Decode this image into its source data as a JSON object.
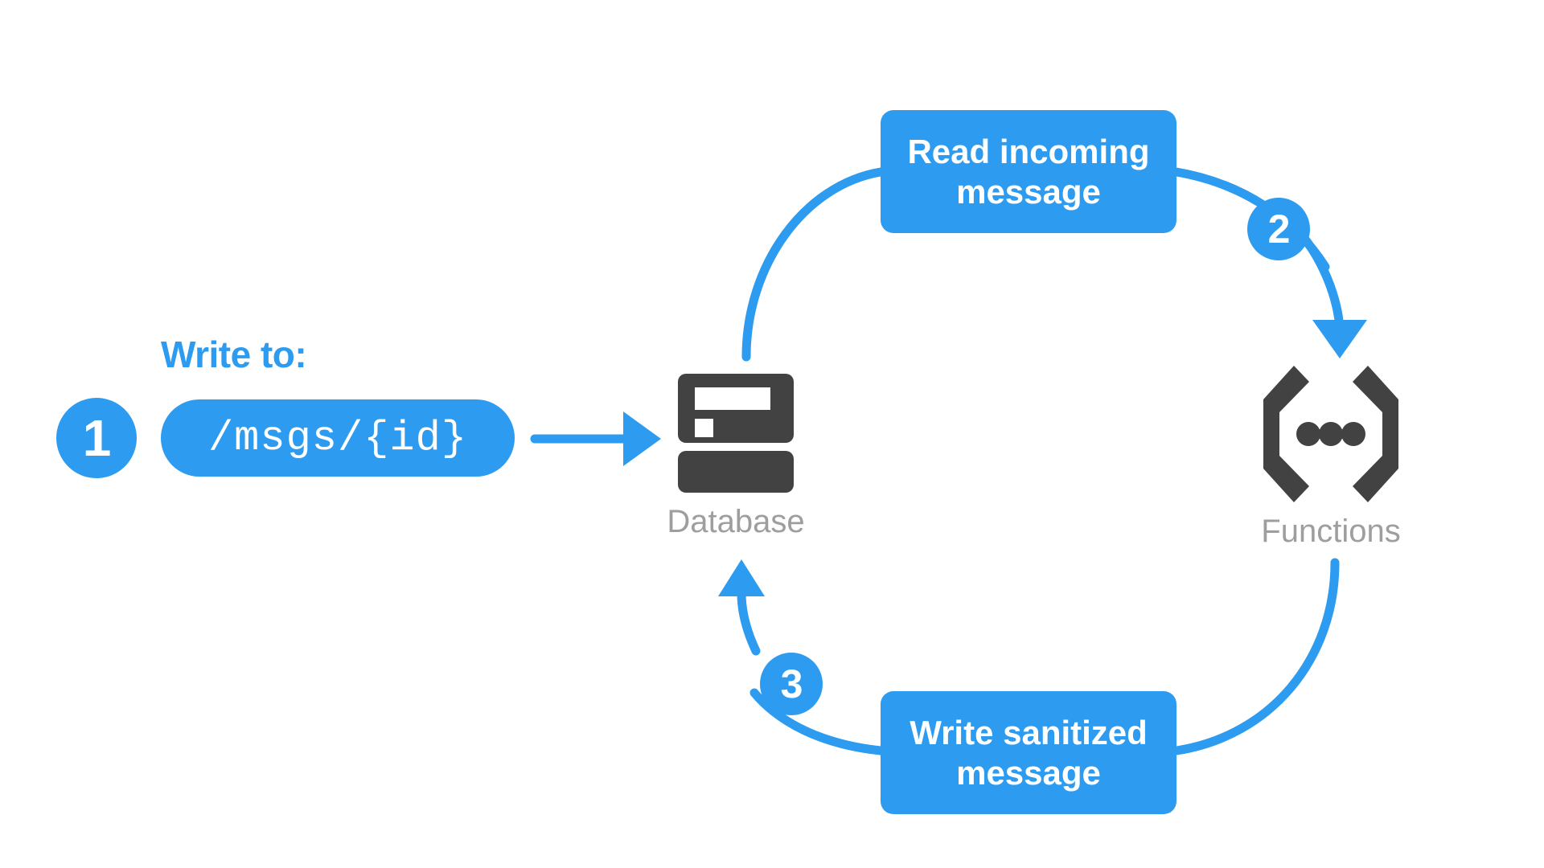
{
  "diagram": {
    "title": "Database write triggers Cloud Function sanitization flow",
    "background_color": "#ffffff",
    "accent_color": "#2D9CF0",
    "icon_color": "#424242",
    "caption_color": "#9E9E9E"
  },
  "write_to": {
    "label": "Write to:",
    "path_value": "/msgs/{id}"
  },
  "steps": [
    {
      "number": "1",
      "name": "write-to-database"
    },
    {
      "number": "2",
      "name": "function-triggered"
    },
    {
      "number": "3",
      "name": "write-back-to-database"
    }
  ],
  "boxes": [
    {
      "id": "read",
      "line1": "Read incoming",
      "line2": "message",
      "text": "Read incoming message"
    },
    {
      "id": "write",
      "line1": "Write sanitized",
      "line2": "message",
      "text": "Write sanitized message"
    }
  ],
  "nodes": [
    {
      "id": "database",
      "caption": "Database",
      "icon": "database-icon"
    },
    {
      "id": "functions",
      "caption": "Functions",
      "icon": "functions-braces-icon"
    }
  ],
  "arrows": [
    {
      "name": "pill-to-database",
      "from": "/msgs/{id}",
      "to": "Database",
      "style": "straight",
      "arrowhead": true
    },
    {
      "name": "database-to-read-box",
      "from": "Database",
      "to": "Read incoming message",
      "style": "curve",
      "arrowhead": false
    },
    {
      "name": "read-box-to-functions",
      "from": "Read incoming message",
      "to": "Functions",
      "style": "curve",
      "arrowhead": true,
      "badge": "2"
    },
    {
      "name": "functions-to-write-box",
      "from": "Functions",
      "to": "Write sanitized message",
      "style": "curve",
      "arrowhead": false
    },
    {
      "name": "write-box-to-database",
      "from": "Write sanitized message",
      "to": "Database",
      "style": "curve",
      "arrowhead": true,
      "badge": "3"
    }
  ]
}
